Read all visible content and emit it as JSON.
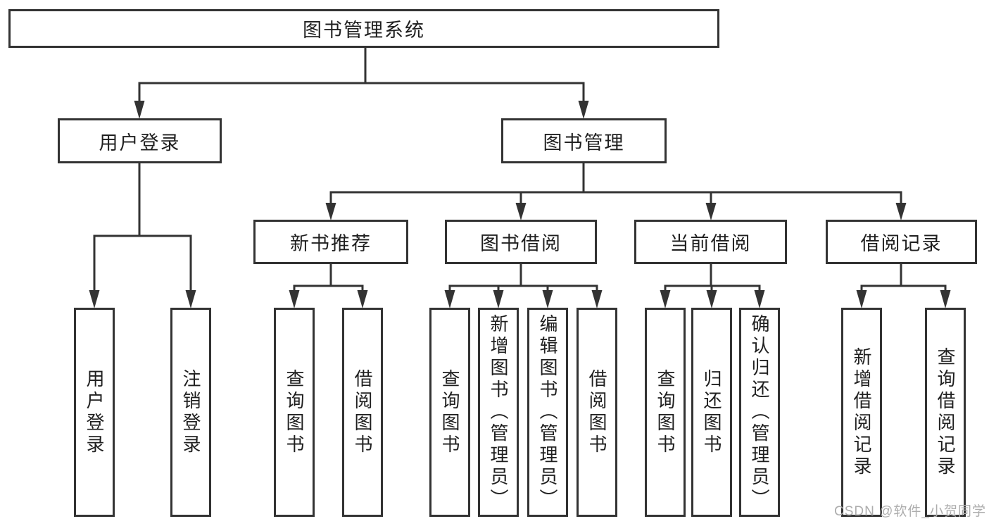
{
  "colors": {
    "line": "#333333",
    "text": "#1f1f1f",
    "box_bg": "#ffffff",
    "watermark": "#adadad",
    "page_bg": "#ffffff"
  },
  "tree": {
    "root": {
      "label": "图书管理系统",
      "children": [
        {
          "label": "用户登录",
          "children": [
            {
              "label": "用户登录"
            },
            {
              "label": "注销登录"
            }
          ]
        },
        {
          "label": "图书管理",
          "children": [
            {
              "label": "新书推荐",
              "children": [
                {
                  "label": "查询图书"
                },
                {
                  "label": "借阅图书"
                }
              ]
            },
            {
              "label": "图书借阅",
              "children": [
                {
                  "label": "查询图书"
                },
                {
                  "label": "新增图书（管理员）"
                },
                {
                  "label": "编辑图书（管理员）"
                },
                {
                  "label": "借阅图书"
                }
              ]
            },
            {
              "label": "当前借阅",
              "children": [
                {
                  "label": "查询图书"
                },
                {
                  "label": "归还图书"
                },
                {
                  "label": "确认归还（管理员）"
                }
              ]
            },
            {
              "label": "借阅记录",
              "children": [
                {
                  "label": "新增借阅记录"
                },
                {
                  "label": "查询借阅记录"
                }
              ]
            }
          ]
        }
      ]
    }
  },
  "watermark": {
    "text": "CSDN @软件_小贺同学"
  }
}
